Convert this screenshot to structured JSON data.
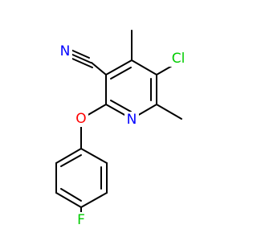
{
  "molecule": {
    "atoms": [
      {
        "id": "N_nitrile",
        "label": "N",
        "color": "#0000ff"
      },
      {
        "id": "Cl",
        "label": "Cl",
        "color": "#00cc00"
      },
      {
        "id": "N_ring",
        "label": "N",
        "color": "#0000ff"
      },
      {
        "id": "O",
        "label": "O",
        "color": "#ff0000"
      },
      {
        "id": "F",
        "label": "F",
        "color": "#00cc00"
      }
    ]
  }
}
